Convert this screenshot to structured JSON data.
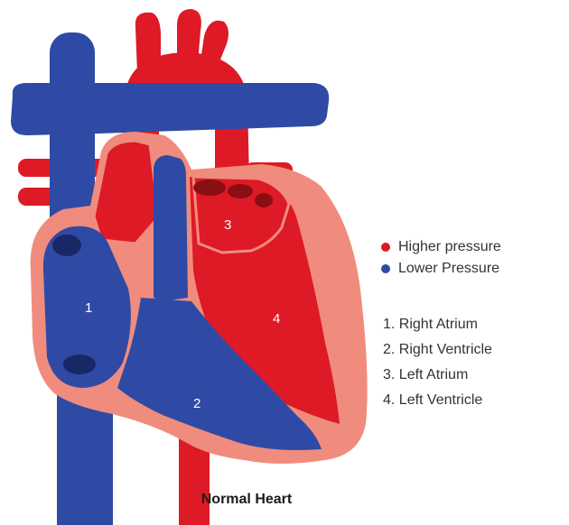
{
  "caption": "Normal Heart",
  "colors": {
    "high_pressure": "#dd1a26",
    "low_pressure": "#2f4aa5",
    "wall": "#f08c7d"
  },
  "legend": [
    {
      "label": "Higher pressure",
      "color": "#dd1a26"
    },
    {
      "label": "Lower Pressure",
      "color": "#2f4aa5"
    }
  ],
  "chambers": [
    {
      "number": "1",
      "text": "1.  Right Atrium"
    },
    {
      "number": "2",
      "text": "2. Right Ventricle"
    },
    {
      "number": "3",
      "text": "3. Left Atrium"
    },
    {
      "number": "4",
      "text": "4. Left Ventricle"
    }
  ]
}
